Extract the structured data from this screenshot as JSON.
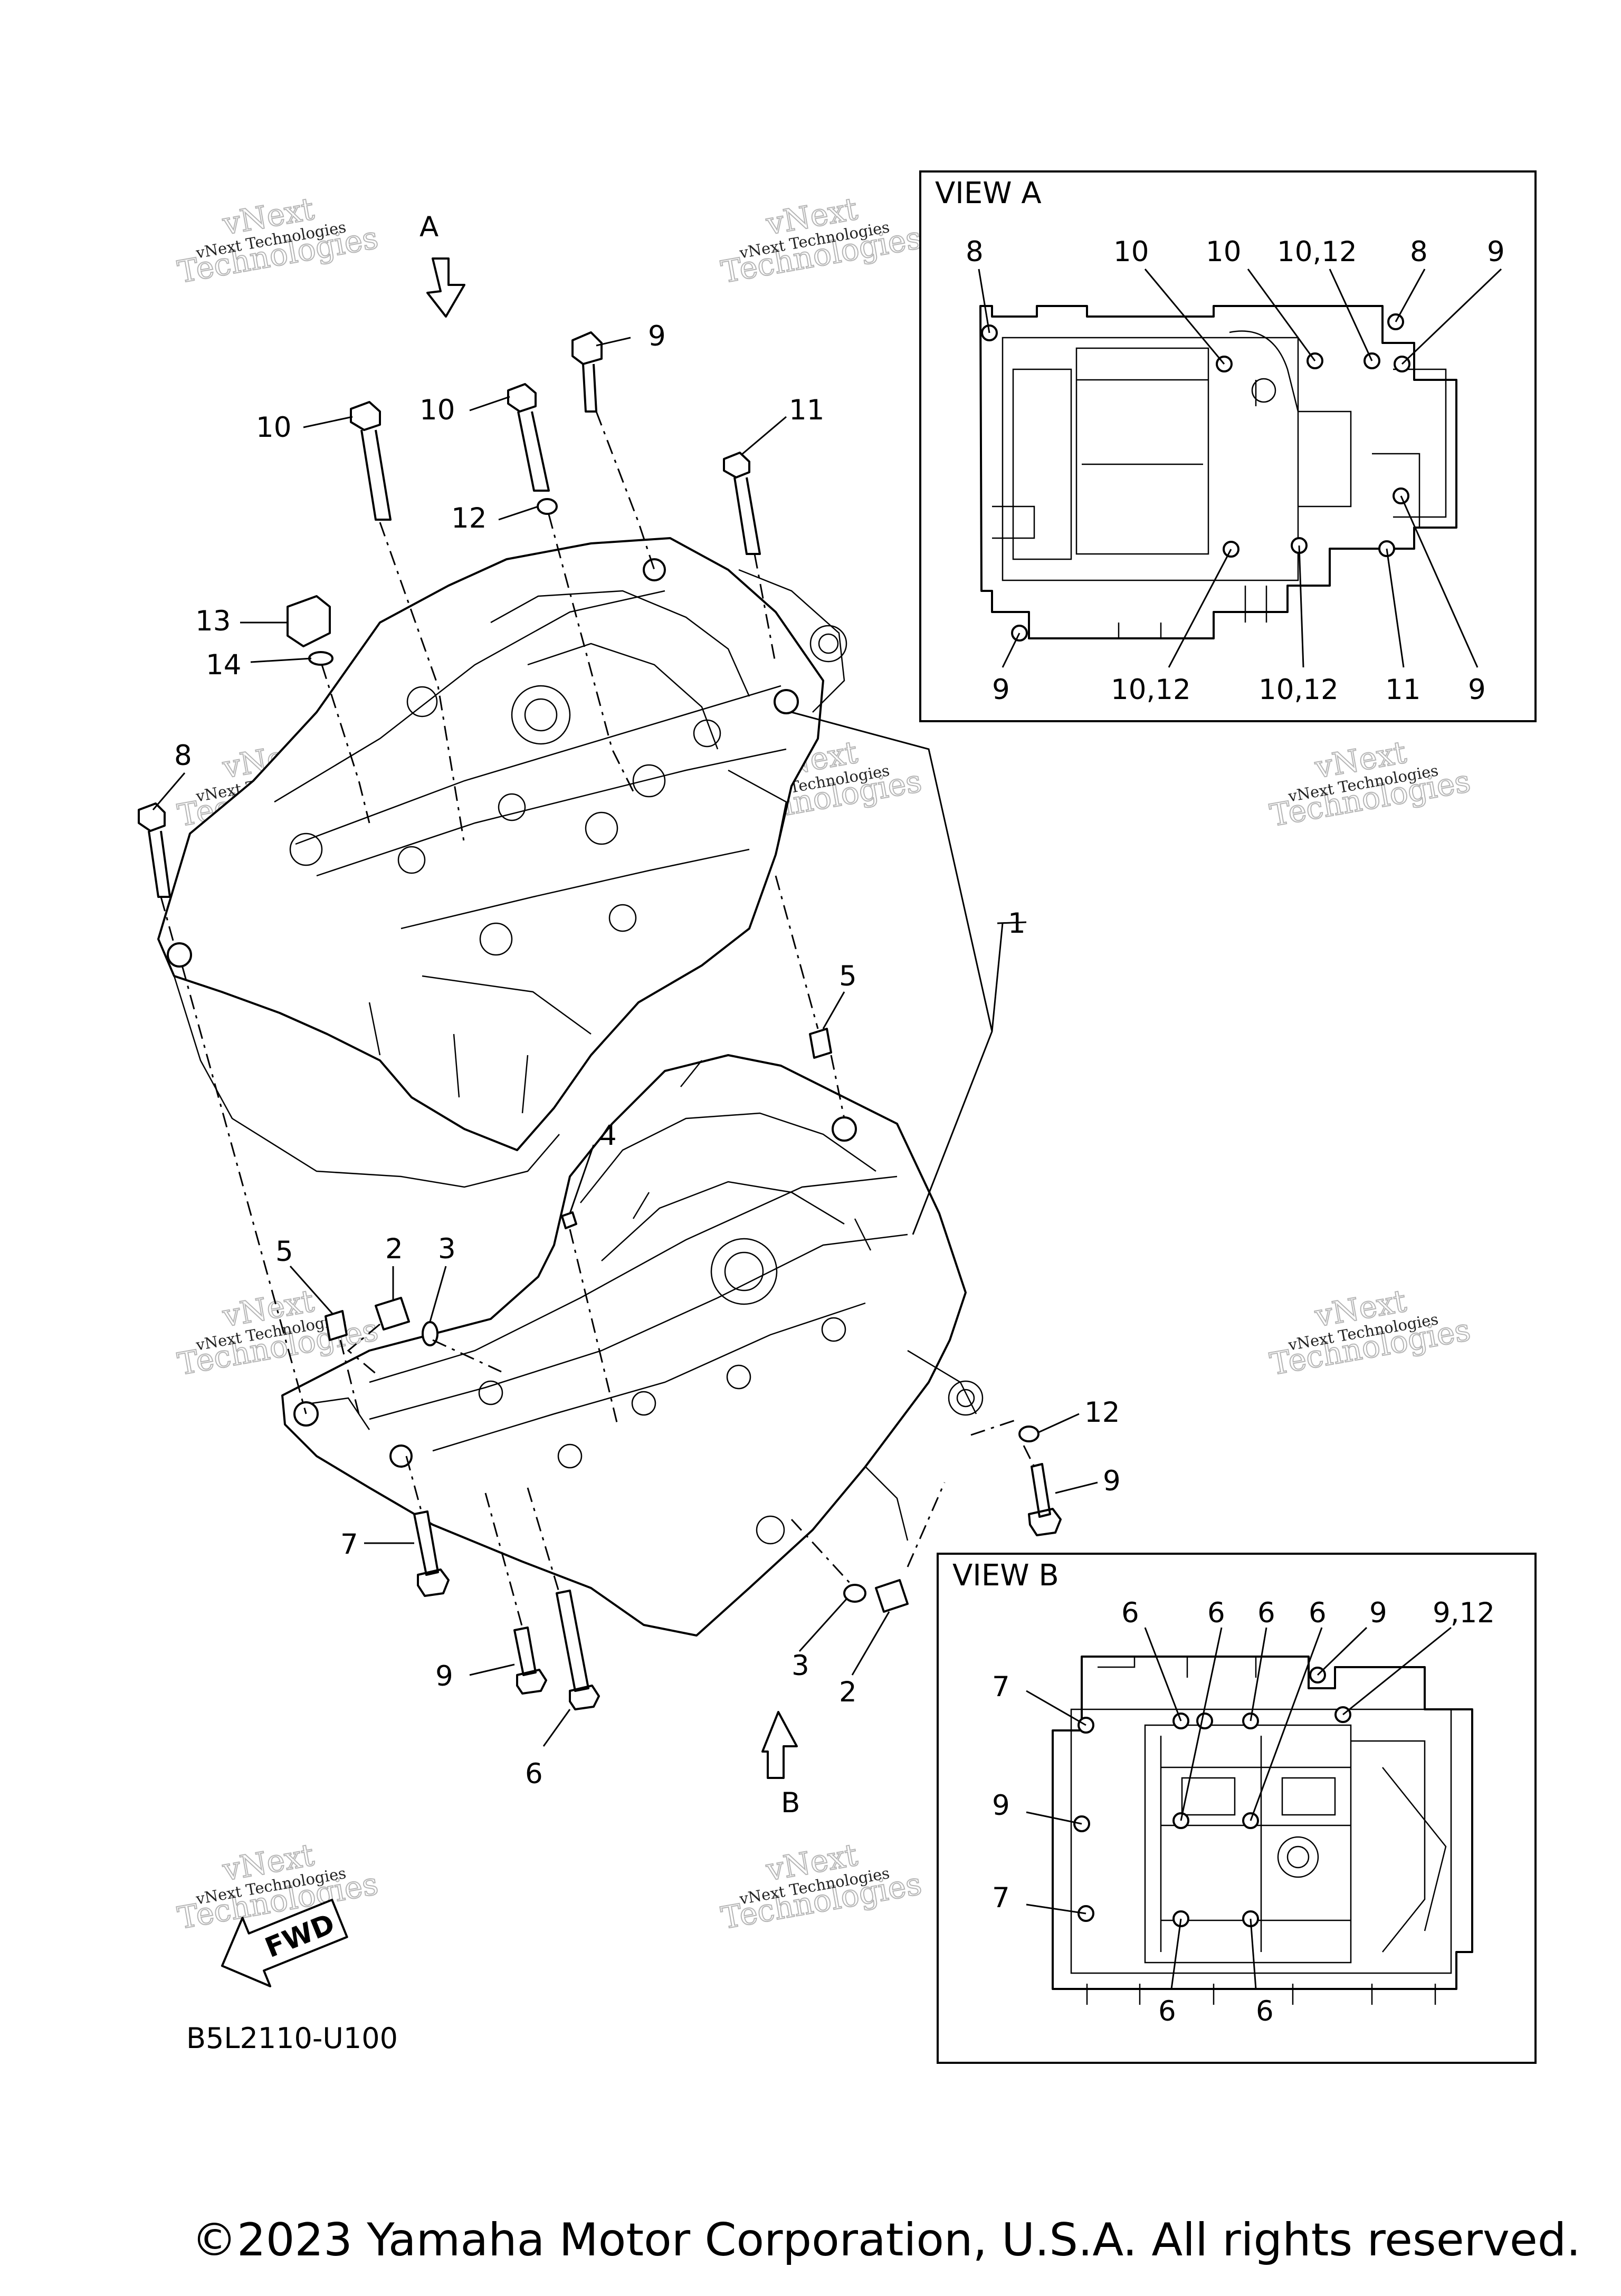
{
  "view_a": {
    "title": "VIEW A",
    "top_labels": [
      "8",
      "10",
      "10",
      "10,12",
      "8",
      "9"
    ],
    "bottom_labels": [
      "9",
      "10,12",
      "10,12",
      "11",
      "9"
    ]
  },
  "view_b": {
    "title": "VIEW B",
    "top_labels": [
      "6",
      "6",
      "6",
      "6",
      "9",
      "9,12"
    ],
    "side_labels": [
      "7",
      "9",
      "7"
    ],
    "bottom_labels": [
      "6",
      "6"
    ]
  },
  "view_markers": {
    "a": "A",
    "b": "B"
  },
  "fwd_label": "FWD",
  "callouts": {
    "c1": "1",
    "c2a": "2",
    "c2b": "2",
    "c3a": "3",
    "c3b": "3",
    "c4": "4",
    "c5a": "5",
    "c5b": "5",
    "c6": "6",
    "c7": "7",
    "c8": "8",
    "c9a": "9",
    "c9b": "9",
    "c9c": "9",
    "c10a": "10",
    "c10b": "10",
    "c11": "11",
    "c12a": "12",
    "c12b": "12",
    "c13": "13",
    "c14": "14"
  },
  "watermark": {
    "line1": "vNext Technologies",
    "line2": "vNext",
    "line3": "Technologies"
  },
  "drawing_code": "B5L2110-U100",
  "copyright": "©2023 Yamaha Motor Corporation, U.S.A. All rights reserved."
}
